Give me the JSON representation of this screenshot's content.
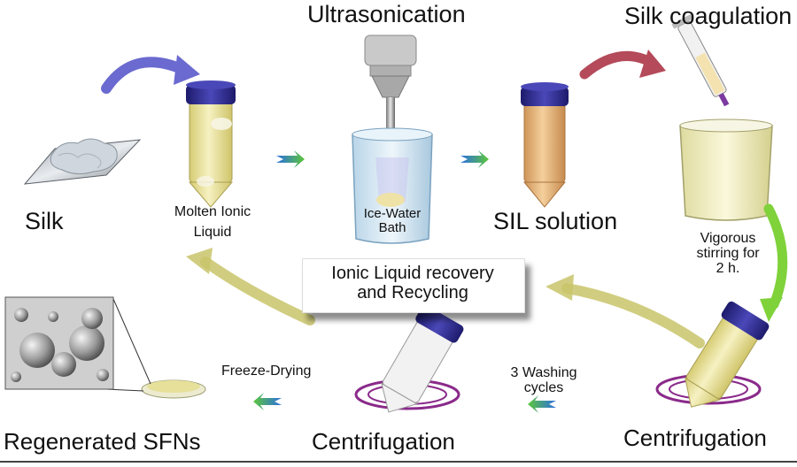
{
  "labels": {
    "ultrasonication": "Ultrasonication",
    "silk_coagulation": "Silk coagulation",
    "silk": "Silk",
    "molten_ionic_line1": "Molten Ionic",
    "molten_ionic_line2": "Liquid",
    "ice_water_line1": "Ice-Water",
    "ice_water_line2": "Bath",
    "sil_solution": "SIL solution",
    "vigorous_line1": "Vigorous",
    "vigorous_line2": "stirring for",
    "vigorous_line3": "2 h.",
    "recovery_line1": "Ionic Liquid recovery",
    "recovery_line2": "and Recycling",
    "freeze_drying": "Freeze-Drying",
    "washing_line1": "3 Washing",
    "washing_line2": "cycles",
    "centrifugation_middle": "Centrifugation",
    "centrifugation_right": "Centrifugation",
    "regenerated_sfns": "Regenerated SFNs"
  },
  "colors": {
    "cap_blue": "#2c2a8c",
    "arrow_purple": "#6b6ad0",
    "arrow_red": "#b44a5a",
    "arrow_yellow": "#c9c46a",
    "arrow_green": "#7fd23a",
    "liquid_yellow": "#ece6a0",
    "sil_orange": "#e2b07a",
    "swirl_purple": "#8a2a8a",
    "small_arrow_blue": "#2c6fe0",
    "small_arrow_green": "#5cc63a"
  }
}
